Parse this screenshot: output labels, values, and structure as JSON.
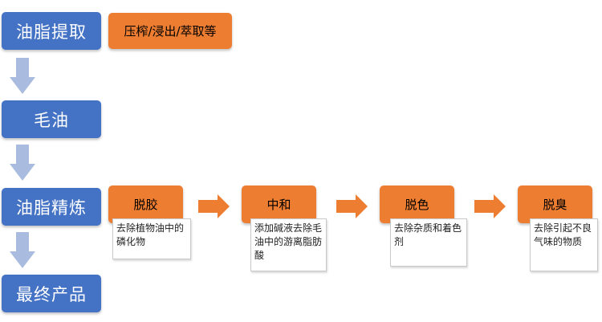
{
  "stages": [
    {
      "label": "油脂提取"
    },
    {
      "label": "毛油"
    },
    {
      "label": "油脂精炼"
    },
    {
      "label": "最终产品"
    }
  ],
  "extraction_note": "压榨/浸出/萃取等",
  "refining_steps": [
    {
      "label": "脱胶",
      "note": "去除植物油中的磷化物"
    },
    {
      "label": "中和",
      "note": "添加碱液去除毛油中的游离脂肪酸"
    },
    {
      "label": "脱色",
      "note": "去除杂质和着色剂"
    },
    {
      "label": "脱臭",
      "note": "去除引起不良气味的物质"
    }
  ],
  "colors": {
    "stage": "#4472C4",
    "step": "#ED7D31",
    "down_arrow": "#A9BCDF",
    "right_arrow": "#ED7D31"
  }
}
